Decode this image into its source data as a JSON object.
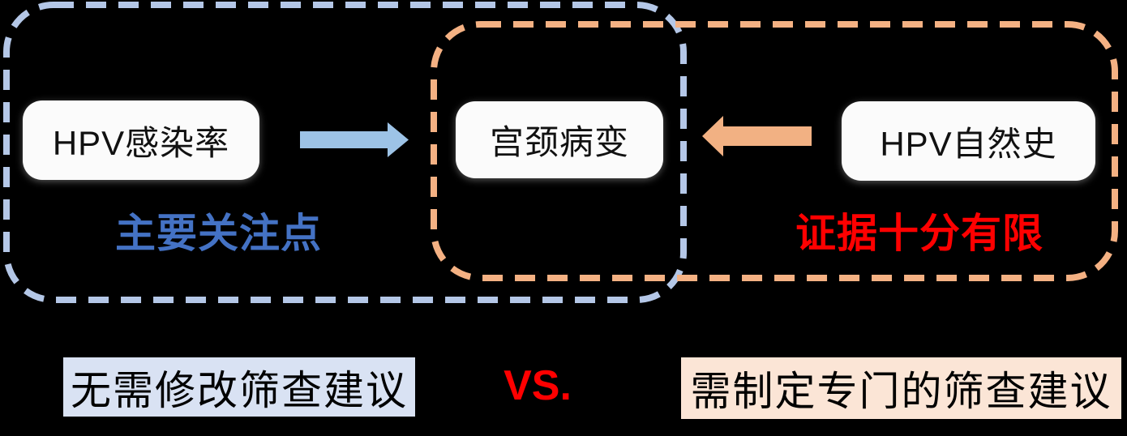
{
  "diagram": {
    "left_group": {
      "box_label": "HPV感染率",
      "caption": "主要关注点",
      "caption_color": "#4472C4",
      "border_color": "#B4C7E7"
    },
    "center_box_label": "宫颈病变",
    "right_group": {
      "box_label": "HPV自然史",
      "caption": "证据十分有限",
      "caption_color": "#FF0000",
      "border_color": "#F4B183"
    },
    "arrows": {
      "left_to_center": {
        "name": "right-arrow",
        "color": "#9DC3E6"
      },
      "right_to_center": {
        "name": "left-arrow",
        "color": "#F2B183"
      }
    },
    "node_box_bg": "#FBFBFB"
  },
  "conclusions": {
    "left": {
      "text": "无需修改筛查建议",
      "bg": "#D9E2F3",
      "text_color": "#000000"
    },
    "vs": {
      "text": "VS.",
      "color": "#FF0000"
    },
    "right": {
      "text": "需制定专门的筛查建议",
      "bg": "#FBE5D6",
      "text_color": "#000000"
    }
  },
  "background_color": "#000000"
}
